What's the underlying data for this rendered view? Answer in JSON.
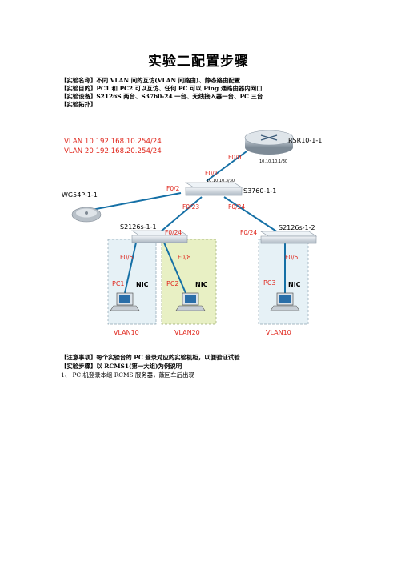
{
  "doc": {
    "title": "实验二配置步骤",
    "meta": [
      "【实验名称】不同 VLAN 间的互访(VLAN 间路由)、静态路由配置",
      "【实验目的】PC1 和 PC2 可以互访、任何 PC 可以 Ping 通路由器内网口",
      "【实验设备】S2126S 两台、S3760-24 一台、无线接入器一台、PC 三台",
      "【实验拓扑】"
    ],
    "notes": [
      "【注意事项】每个实验台的 PC 登录对应的实验机柜，以便验证试验",
      "【实验步骤】以 RCMS1(第一大组)为例说明"
    ],
    "steps": [
      "1、 PC 机登录本组 RCMS 服务器，敲回车后出现"
    ]
  },
  "diagram": {
    "vlan_lines": [
      "VLAN 10 192.168.10.254/24",
      "VLAN 20 192.168.20.254/24"
    ],
    "router": "RSR10-1-1",
    "core_switch": "S3760-1-1",
    "ap": "WG54P-1-1",
    "sw1": "S2126s-1-1",
    "sw2": "S2126s-1-2",
    "ip_router_side": "10.10.10.1/30",
    "ip_switch_side": "10.10.10.3/30",
    "ports": {
      "r_f00": "F0/0",
      "c_f01": "F0/1",
      "c_f02": "F0/2",
      "c_f023": "F0/23",
      "c_f024": "F0/24",
      "s1_f024": "F0/24",
      "s2_f024": "F0/24",
      "s1_f05": "F0/5",
      "s1_f08": "F0/8",
      "s2_f05": "F0/5"
    },
    "pcs": [
      "PC1",
      "PC2",
      "PC3"
    ],
    "nic": "NIC",
    "vlans": [
      "VLAN10",
      "VLAN20",
      "VLAN10"
    ],
    "colors": {
      "port_red": "#e0281e",
      "cable_blue": "#1570a6",
      "vlan20_bg": "#e8f0c4",
      "vlan10_bg": "#e6f1f6"
    }
  }
}
